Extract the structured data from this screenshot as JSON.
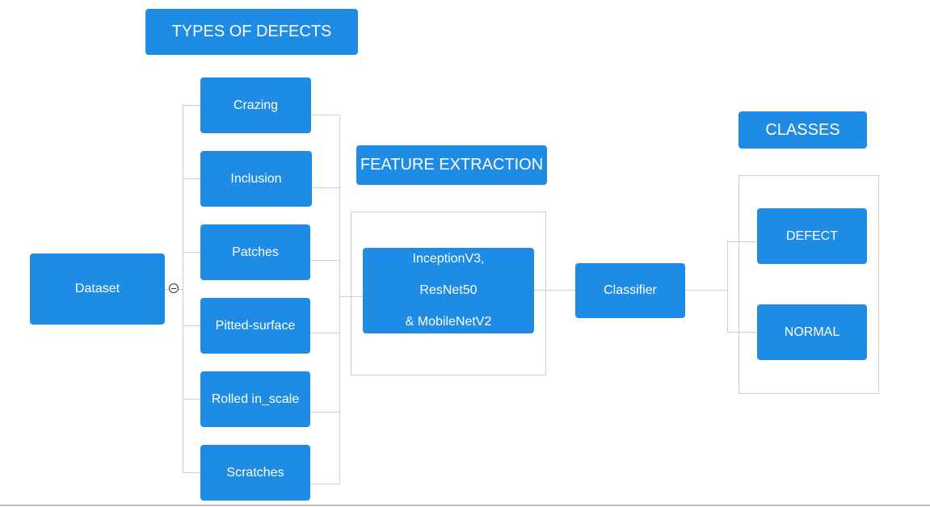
{
  "headers": {
    "types_of_defects": "TYPES OF DEFECTS",
    "feature_extraction": "FEATURE EXTRACTION",
    "classes": "CLASSES"
  },
  "root": {
    "label": "Dataset",
    "toggle_icon": "collapse-minus-icon"
  },
  "defect_types": [
    {
      "label": "Crazing"
    },
    {
      "label": "Inclusion"
    },
    {
      "label": "Patches"
    },
    {
      "label": "Pitted-surface"
    },
    {
      "label": "Rolled in_scale"
    },
    {
      "label": "Scratches"
    }
  ],
  "feature_extractor": {
    "lines": [
      "InceptionV3,",
      "ResNet50",
      "& MobileNetV2"
    ]
  },
  "classifier": {
    "label": "Classifier"
  },
  "classes": [
    {
      "label": "DEFECT"
    },
    {
      "label": "NORMAL"
    }
  ],
  "colors": {
    "node_fill": "#1e8be5",
    "node_text": "#ffffff",
    "connector": "#cfcfcf"
  }
}
